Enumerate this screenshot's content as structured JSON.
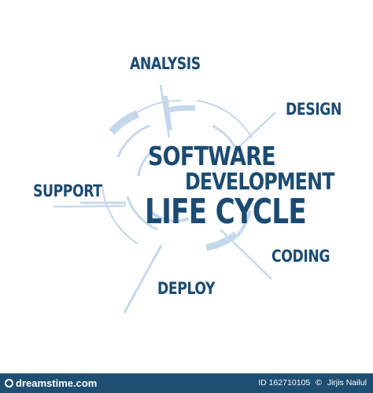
{
  "colors": {
    "text": "#1b4b72",
    "ring": "#c5d8eb",
    "footer_bg": "#1e4f73",
    "footer_text": "#ffffff"
  },
  "center": {
    "line1": "SOFTWARE",
    "line2": "DEVELOPMENT",
    "line3": "LIFE CYCLE"
  },
  "stages": [
    {
      "id": "analysis",
      "label": "ANALYSIS"
    },
    {
      "id": "design",
      "label": "DESIGN"
    },
    {
      "id": "coding",
      "label": "CODING"
    },
    {
      "id": "deploy",
      "label": "DEPLOY"
    },
    {
      "id": "support",
      "label": "SUPPORT"
    }
  ],
  "footer": {
    "brand": "dreamstime.com",
    "id_text": "ID 162710105",
    "credit_symbol": "©",
    "author": "Jirjis Nailul"
  }
}
